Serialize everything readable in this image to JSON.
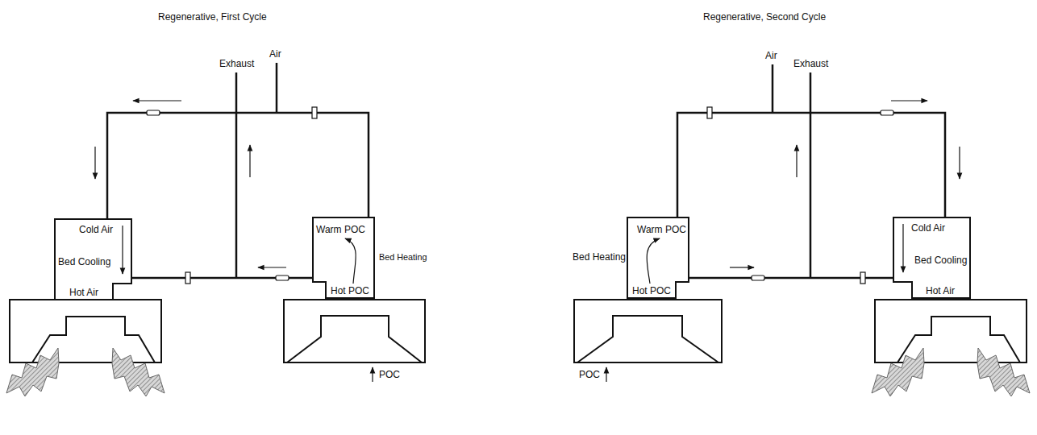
{
  "diagram": {
    "nodes": [
      {
        "text": [
          "Cold Air",
          "Bed Cooling",
          "Hot Air"
        ]
      },
      {
        "text": [
          "Warm POC",
          "Bed Heating",
          "Hot POC"
        ]
      },
      {
        "text": [
          "Warm POC",
          "Bed Heating",
          "Hot POC"
        ]
      },
      {
        "text": [
          "Cold Air",
          "Bed Cooling",
          "Hot Air"
        ]
      }
    ],
    "edges": [
      {
        "from": 0,
        "to": 1,
        "arrow": "none"
      },
      {
        "from": 0,
        "to": 1,
        "arrow": "none"
      },
      {
        "from": 2,
        "to": 3,
        "arrow": "none"
      },
      {
        "from": 2,
        "to": 3,
        "arrow": "none"
      }
    ],
    "labels": [
      "Regenerative, First Cycle",
      "Air",
      "Exhaust",
      "POC",
      "Regenerative, Second Cycle",
      "Air",
      "Exhaust",
      "POC"
    ]
  }
}
